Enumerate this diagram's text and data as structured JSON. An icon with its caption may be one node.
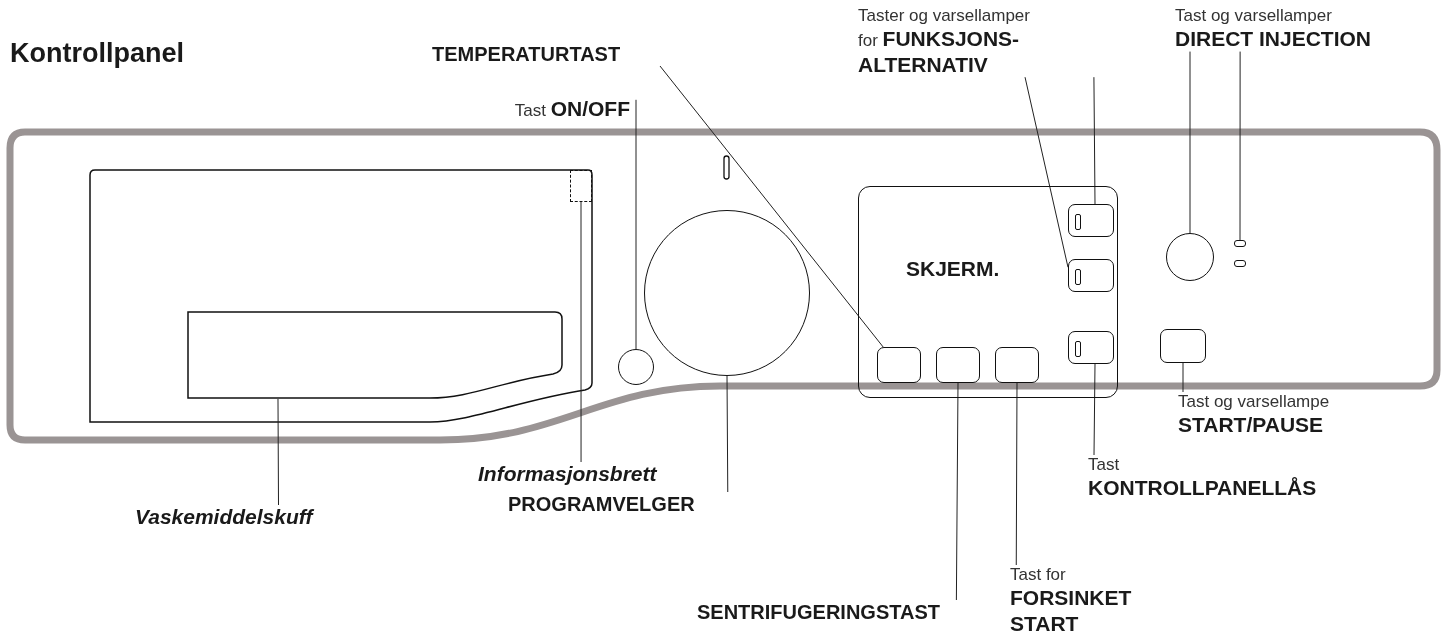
{
  "diagram": {
    "title": "Kontrollpanel",
    "nodes": [
      {
        "text": [
          "Tast **ON/OFF**"
        ]
      },
      {
        "text": [
          "TEMPERATURTAST"
        ]
      },
      {
        "text": [
          "Taster og varsellamper for **FUNKSJONS-ALTERNATIV**"
        ]
      },
      {
        "text": [
          "Tast og varsellamper **DIRECT INJECTION**"
        ]
      },
      {
        "text": [
          "SKJERM."
        ]
      },
      {
        "text": [],
        "shape": "box",
        "in": 4
      },
      {
        "text": [],
        "shape": "box",
        "in": 4
      },
      {
        "text": [],
        "shape": "box",
        "in": 4
      },
      {
        "text": [],
        "shape": "box",
        "in": 4
      },
      {
        "text": [],
        "shape": "box",
        "in": 4
      },
      {
        "text": [],
        "shape": "box",
        "in": 4
      },
      {
        "text": [],
        "shape": "box"
      },
      {
        "text": [],
        "shape": "box"
      },
      {
        "text": [],
        "shape": "circle"
      },
      {
        "text": [],
        "shape": "circle"
      },
      {
        "text": [],
        "shape": "circle"
      },
      {
        "text": [],
        "shape": "box"
      },
      {
        "text": [],
        "shape": "box"
      },
      {
        "text": [],
        "shape": "box"
      },
      {
        "text": [
          "Informasjonsbrett"
        ]
      },
      {
        "text": [
          "Vaskemiddelskuff"
        ]
      },
      {
        "text": [
          "PROGRAMVELGER"
        ]
      },
      {
        "text": [
          "SENTRIFUGERINGSTAST"
        ]
      },
      {
        "text": [
          "Tast og varsellampe **START/PAUSE**"
        ]
      },
      {
        "text": [
          "Tast **KONTROLLPANELLÅS**"
        ]
      },
      {
        "text": [
          "Tast for **FORSINKET START**"
        ]
      }
    ],
    "edges": [
      {
        "from": 0,
        "to": 13,
        "arrow": "none"
      },
      {
        "from": 1,
        "to": 5,
        "arrow": "none"
      },
      {
        "from": 2,
        "to": 8,
        "arrow": "none"
      },
      {
        "from": 2,
        "to": 9,
        "arrow": "none"
      },
      {
        "from": 3,
        "to": 15,
        "arrow": "none"
      },
      {
        "from": 3,
        "to": 16,
        "arrow": "none"
      },
      {
        "from": 19,
        "to": 12,
        "arrow": "none"
      },
      {
        "from": 20,
        "to": 11,
        "arrow": "none"
      },
      {
        "from": 21,
        "to": 14,
        "arrow": "none"
      },
      {
        "from": 22,
        "to": 6,
        "arrow": "none"
      },
      {
        "from": 25,
        "to": 7,
        "arrow": "none"
      },
      {
        "from": 24,
        "to": 10,
        "arrow": "none"
      },
      {
        "from": 23,
        "to": 18,
        "arrow": "none"
      }
    ]
  }
}
